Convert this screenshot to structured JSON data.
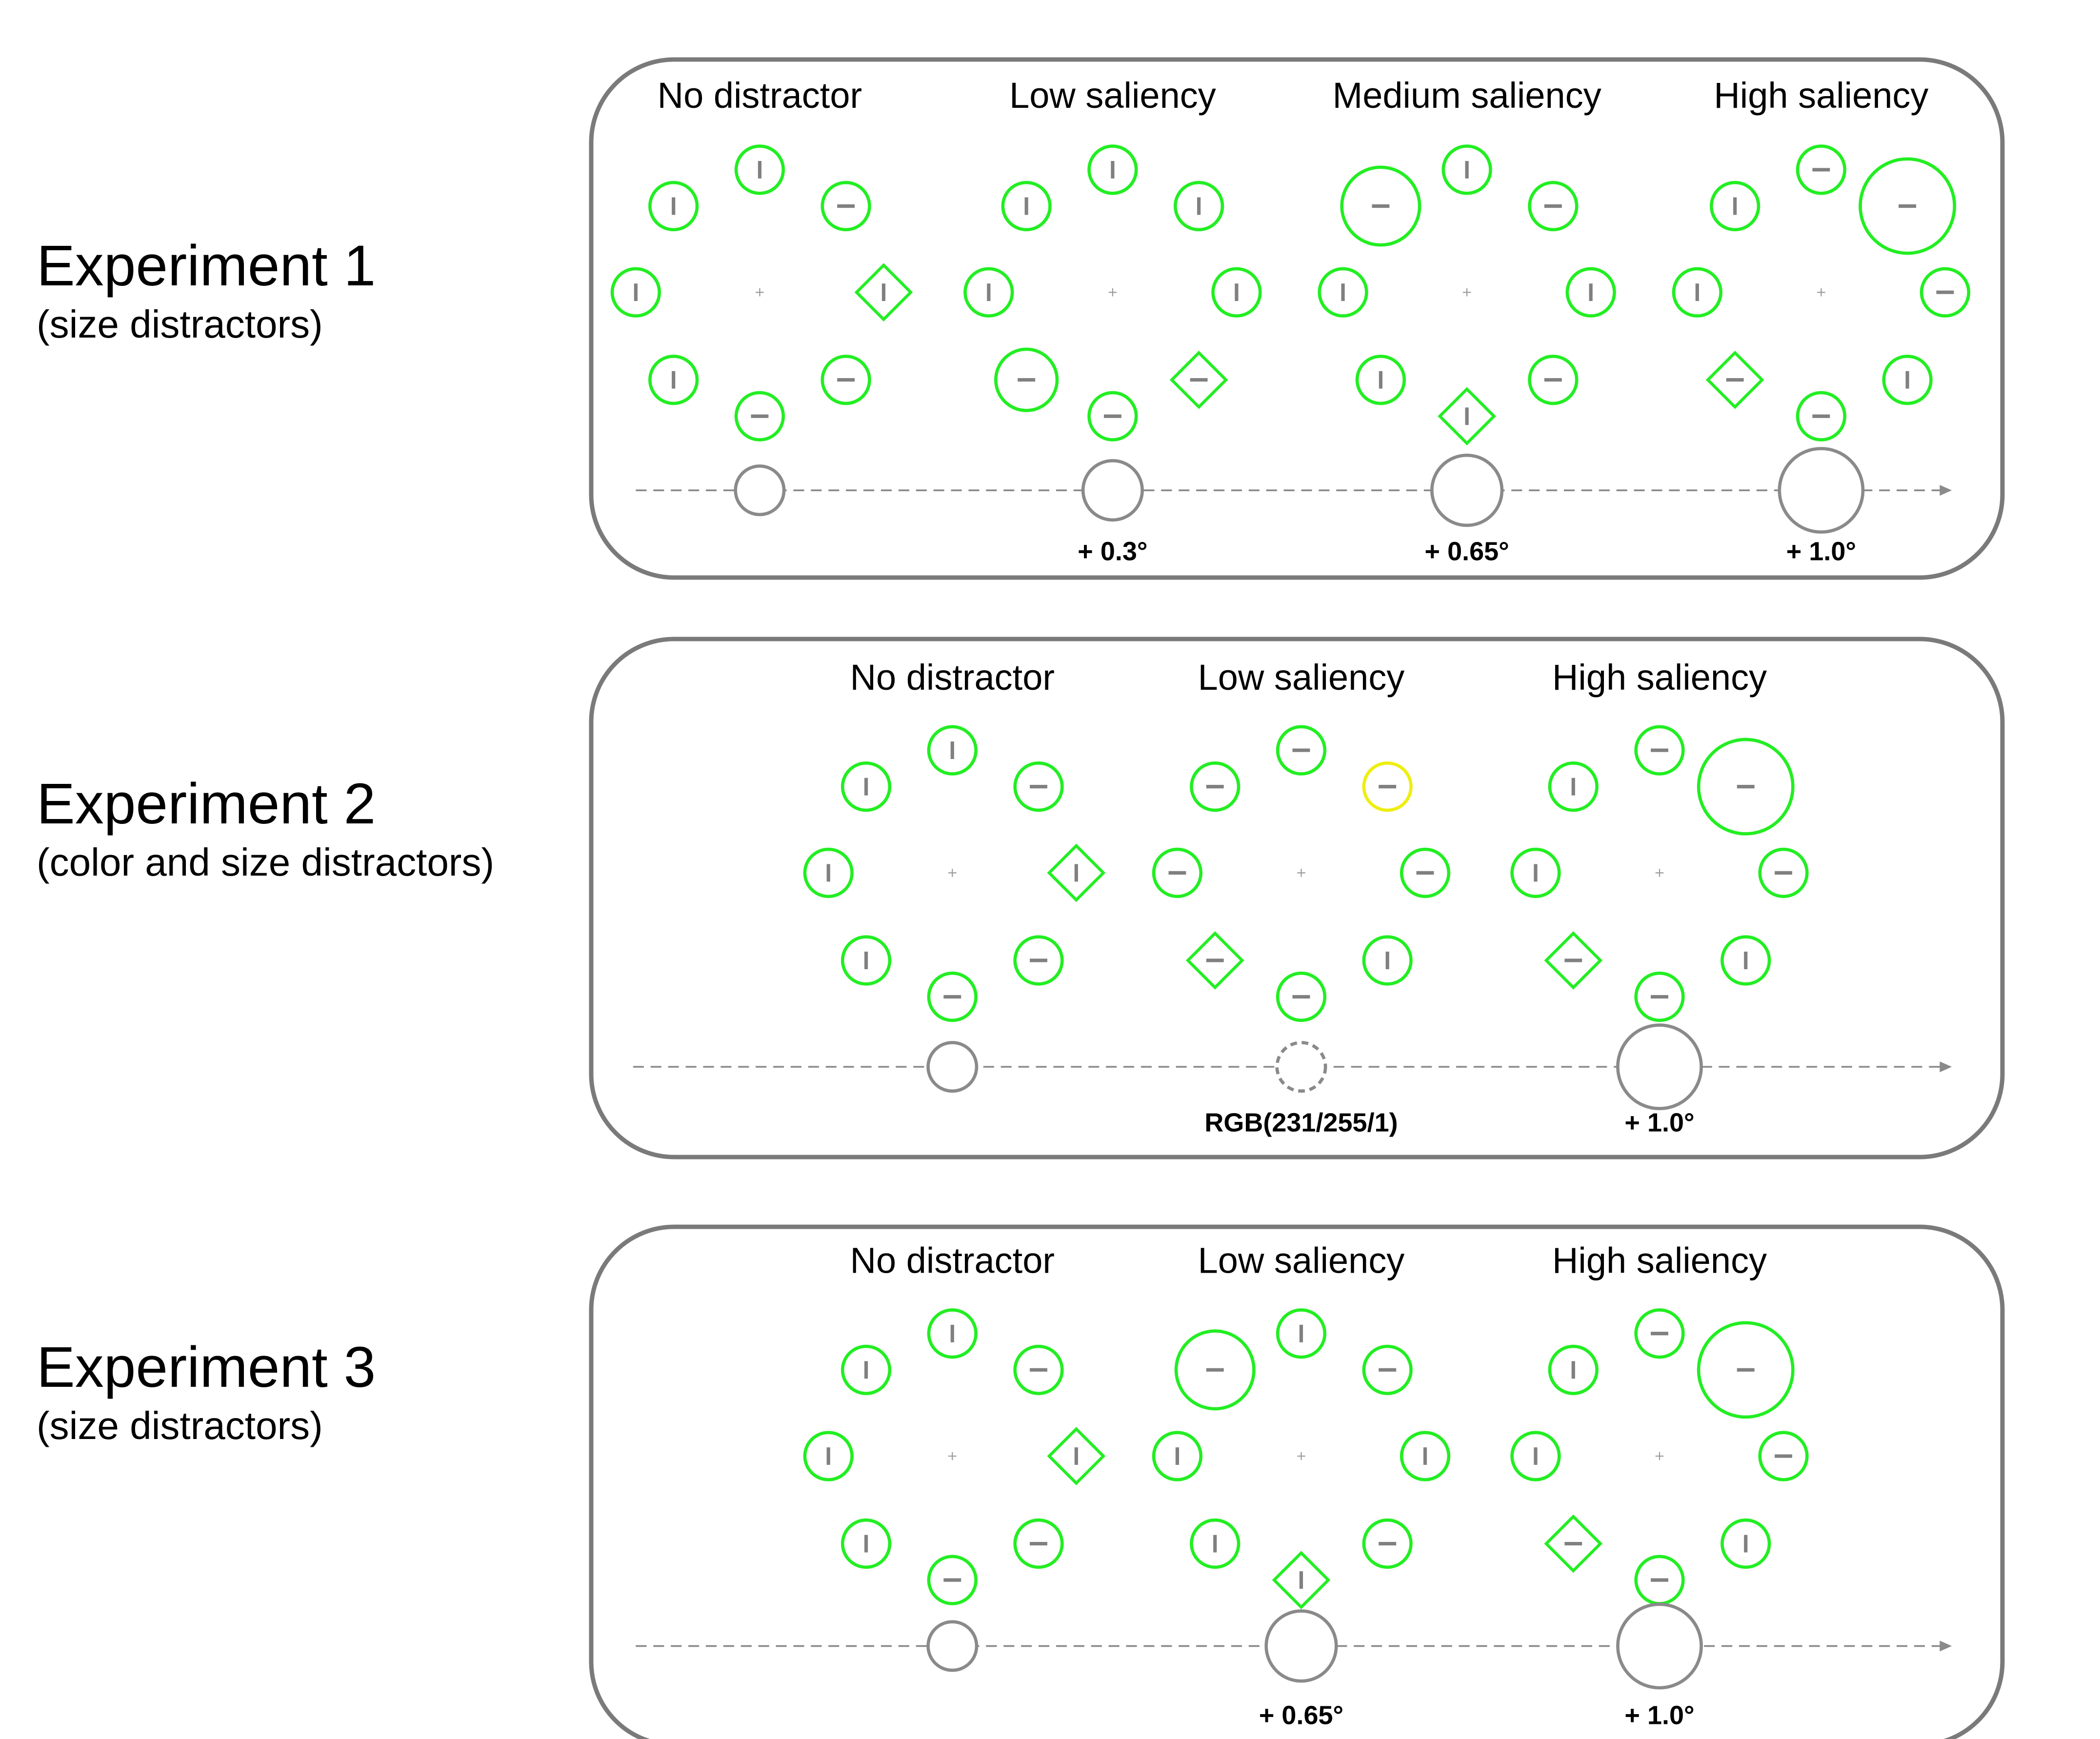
{
  "colors": {
    "panel_border": "#7a7a7a",
    "stimulus_green": "#22ee22",
    "stimulus_yellow": "#eeee11",
    "bar_gray": "#808080",
    "axis_gray": "#8a8a8a"
  },
  "experiments": [
    {
      "title": "Experiment 1",
      "subtitle": "(size distractors)",
      "conditions": [
        {
          "label": "No distractor",
          "items": [
            [
              "v",
              1,
              "c"
            ],
            [
              "v",
              1,
              "c"
            ],
            [
              "h",
              1,
              "c"
            ],
            [
              "v",
              1,
              "c"
            ],
            [
              "d-v",
              1,
              "c"
            ],
            [
              "v",
              1,
              "c"
            ],
            [
              "h",
              1,
              "c"
            ],
            [
              "h",
              1,
              "c"
            ]
          ],
          "size_level": 1,
          "size_label": "",
          "dashed": false
        },
        {
          "label": "Low saliency",
          "items": [
            [
              "v",
              1,
              "c"
            ],
            [
              "v",
              1,
              "c"
            ],
            [
              "v",
              1,
              "c"
            ],
            [
              "v",
              1,
              "c"
            ],
            [
              "v",
              1,
              "c"
            ],
            [
              "h",
              1.3,
              "c"
            ],
            [
              "h",
              1,
              "c"
            ],
            [
              "d-h",
              1,
              "c"
            ]
          ],
          "size_level": 2,
          "size_label": "+ 0.3°",
          "dashed": false
        },
        {
          "label": "Medium saliency",
          "items": [
            [
              "h",
              1.65,
              "c"
            ],
            [
              "v",
              1,
              "c"
            ],
            [
              "h",
              1,
              "c"
            ],
            [
              "v",
              1,
              "c"
            ],
            [
              "v",
              1,
              "c"
            ],
            [
              "v",
              1,
              "c"
            ],
            [
              "d-v",
              1,
              "c"
            ],
            [
              "h",
              1,
              "c"
            ]
          ],
          "size_level": 3,
          "size_label": "+ 0.65°",
          "dashed": false
        },
        {
          "label": "High saliency",
          "items": [
            [
              "v",
              1,
              "c"
            ],
            [
              "h",
              1,
              "c"
            ],
            [
              "h",
              2,
              "c"
            ],
            [
              "v",
              1,
              "c"
            ],
            [
              "h",
              1,
              "c"
            ],
            [
              "d-h",
              1,
              "c"
            ],
            [
              "h",
              1,
              "c"
            ],
            [
              "v",
              1,
              "c"
            ]
          ],
          "size_level": 4,
          "size_label": "+ 1.0°",
          "dashed": false
        }
      ]
    },
    {
      "title": "Experiment 2",
      "subtitle": "(color and size distractors)",
      "conditions": [
        {
          "label": "No distractor",
          "items": [
            [
              "v",
              1,
              "c"
            ],
            [
              "v",
              1,
              "c"
            ],
            [
              "h",
              1,
              "c"
            ],
            [
              "v",
              1,
              "c"
            ],
            [
              "d-v",
              1,
              "c"
            ],
            [
              "v",
              1,
              "c"
            ],
            [
              "h",
              1,
              "c"
            ],
            [
              "h",
              1,
              "c"
            ]
          ],
          "size_level": 1,
          "size_label": "",
          "dashed": false
        },
        {
          "label": "Low saliency",
          "items": [
            [
              "h",
              1,
              "c"
            ],
            [
              "h",
              1,
              "c"
            ],
            [
              "h",
              1,
              "y"
            ],
            [
              "h",
              1,
              "c"
            ],
            [
              "h",
              1,
              "c"
            ],
            [
              "d-h",
              1,
              "c"
            ],
            [
              "h",
              1,
              "c"
            ],
            [
              "v",
              1,
              "c"
            ]
          ],
          "size_level": 1,
          "size_label": "RGB(231/255/1)",
          "dashed": true
        },
        {
          "label": "High saliency",
          "items": [
            [
              "v",
              1,
              "c"
            ],
            [
              "h",
              1,
              "c"
            ],
            [
              "h",
              2,
              "c"
            ],
            [
              "v",
              1,
              "c"
            ],
            [
              "h",
              1,
              "c"
            ],
            [
              "d-h",
              1,
              "c"
            ],
            [
              "h",
              1,
              "c"
            ],
            [
              "v",
              1,
              "c"
            ]
          ],
          "size_level": 4,
          "size_label": "+ 1.0°",
          "dashed": false
        }
      ]
    },
    {
      "title": "Experiment 3",
      "subtitle": "(size distractors)",
      "conditions": [
        {
          "label": "No distractor",
          "items": [
            [
              "v",
              1,
              "c"
            ],
            [
              "v",
              1,
              "c"
            ],
            [
              "h",
              1,
              "c"
            ],
            [
              "v",
              1,
              "c"
            ],
            [
              "d-v",
              1,
              "c"
            ],
            [
              "v",
              1,
              "c"
            ],
            [
              "h",
              1,
              "c"
            ],
            [
              "h",
              1,
              "c"
            ]
          ],
          "size_level": 1,
          "size_label": "",
          "dashed": false
        },
        {
          "label": "Low saliency",
          "items": [
            [
              "h",
              1.65,
              "c"
            ],
            [
              "v",
              1,
              "c"
            ],
            [
              "h",
              1,
              "c"
            ],
            [
              "v",
              1,
              "c"
            ],
            [
              "v",
              1,
              "c"
            ],
            [
              "v",
              1,
              "c"
            ],
            [
              "d-v",
              1,
              "c"
            ],
            [
              "h",
              1,
              "c"
            ]
          ],
          "size_level": 3,
          "size_label": "+ 0.65°",
          "dashed": false
        },
        {
          "label": "High saliency",
          "items": [
            [
              "v",
              1,
              "c"
            ],
            [
              "h",
              1,
              "c"
            ],
            [
              "h",
              2,
              "c"
            ],
            [
              "v",
              1,
              "c"
            ],
            [
              "h",
              1,
              "c"
            ],
            [
              "d-h",
              1,
              "c"
            ],
            [
              "h",
              1,
              "c"
            ],
            [
              "v",
              1,
              "c"
            ]
          ],
          "size_level": 4,
          "size_label": "+ 1.0°",
          "dashed": false
        }
      ]
    }
  ]
}
